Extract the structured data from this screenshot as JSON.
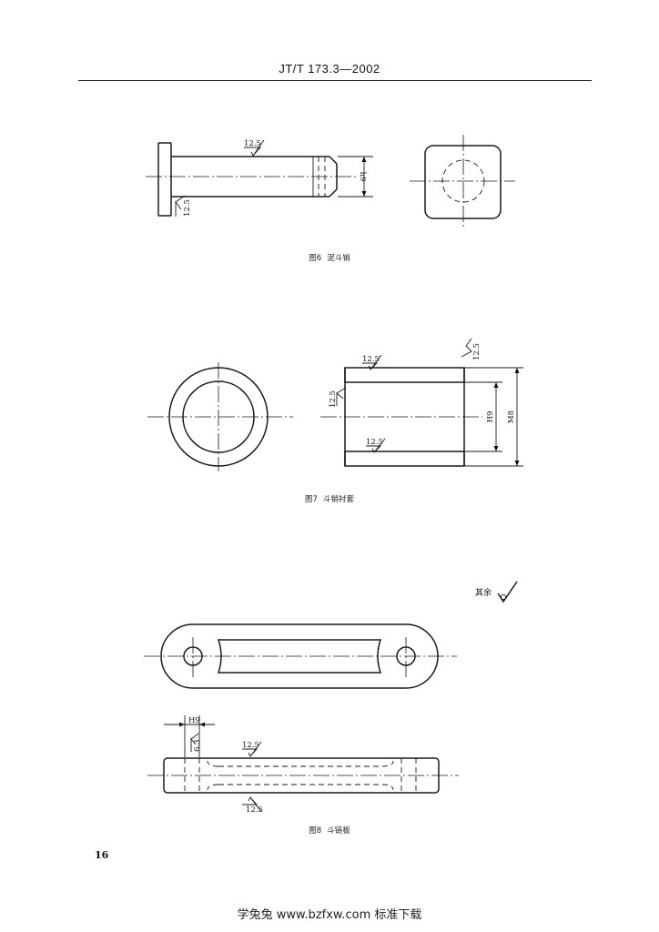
{
  "header": {
    "standard_code": "JT/T 173.3—2002"
  },
  "figures": [
    {
      "number": "图6",
      "title": "泥斗销",
      "dims": {
        "fit": "h9",
        "roughness_top": "12.5",
        "roughness_side": "12.5"
      }
    },
    {
      "number": "图7",
      "title": "斗销衬套",
      "dims": {
        "inner_fit": "H9",
        "outer_fit": "M8",
        "roughness_top": "12.5",
        "roughness_end": "12.5",
        "roughness_inner": "12.5",
        "roughness_bottom": "12.5"
      }
    },
    {
      "number": "图8",
      "title": "斗链板",
      "dims": {
        "hole_fit": "H9",
        "roughness_hole": "6.3",
        "roughness_top": "12.5",
        "roughness_bottom": "12.5"
      }
    }
  ],
  "remark": {
    "label": "其余"
  },
  "footer": {
    "page_number": "16",
    "watermark": "学兔兔 www.bzfxw.com 标准下载"
  }
}
